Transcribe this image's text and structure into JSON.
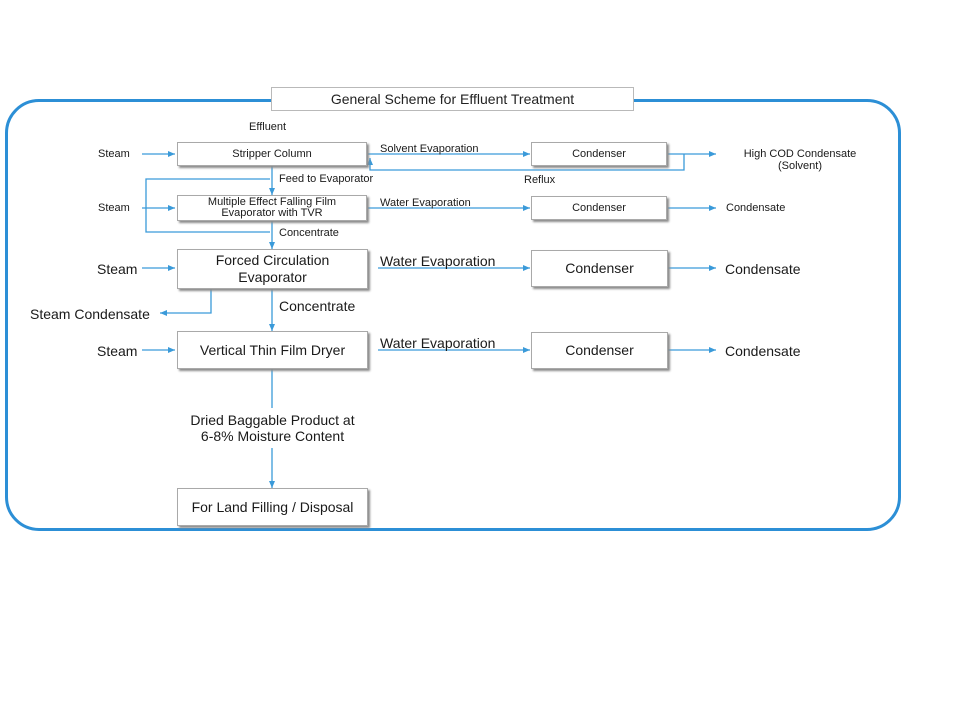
{
  "title": "General Scheme for Effluent Treatment",
  "inputs": {
    "effluent": "Effluent",
    "steam": "Steam"
  },
  "boxes": {
    "stripper_column": "Stripper Column",
    "mee_line1": "Multiple Effect Falling Film",
    "mee_line2": "Evaporator with TVR",
    "fce_line1": "Forced Circulation",
    "fce_line2": "Evaporator",
    "vtfd": "Vertical Thin Film Dryer",
    "condenser": "Condenser",
    "disposal": "For Land Filling / Disposal"
  },
  "flows": {
    "solvent_evaporation": "Solvent Evaporation",
    "reflux": "Reflux",
    "feed_to_evaporator": "Feed to Evaporator",
    "water_evaporation": "Water Evaporation",
    "concentrate": "Concentrate",
    "steam_condensate": "Steam Condensate"
  },
  "outputs": {
    "high_cod_line1": "High COD Condensate",
    "high_cod_line2": "(Solvent)",
    "condensate": "Condensate",
    "product_line1": "Dried Baggable Product at",
    "product_line2": "6-8% Moisture Content"
  },
  "colors": {
    "frame": "#2c8fd6",
    "arrow": "#3a9ad9",
    "box_border": "#a9a9a9"
  }
}
